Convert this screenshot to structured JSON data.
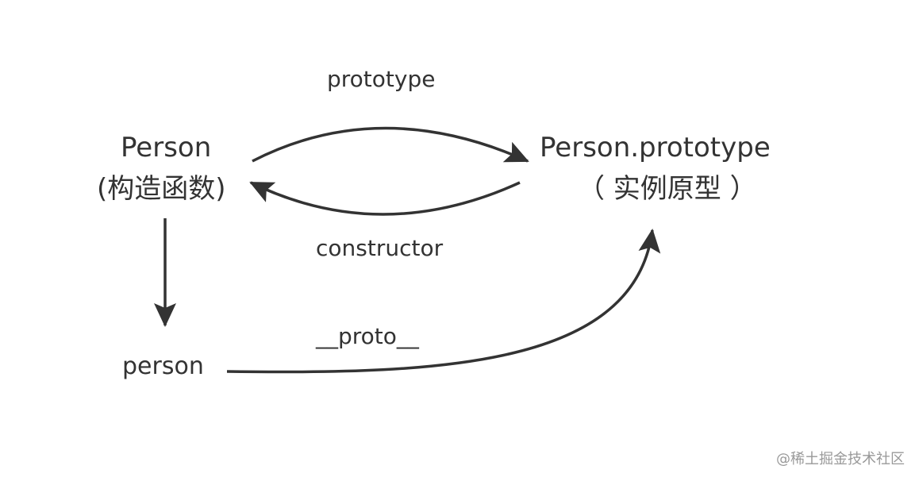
{
  "nodes": {
    "constructor": {
      "name": "Person",
      "note": "(构造函数)"
    },
    "prototype": {
      "name": "Person.prototype",
      "note": "（ 实例原型 ）"
    },
    "instance": {
      "name": "person"
    }
  },
  "edges": {
    "prototype_label": "prototype",
    "constructor_label": "constructor",
    "proto_label": "__proto__"
  },
  "watermark": "@稀土掘金技术社区",
  "colors": {
    "stroke": "#333333",
    "text": "#333333",
    "watermark": "#999999",
    "background": "#ffffff"
  }
}
